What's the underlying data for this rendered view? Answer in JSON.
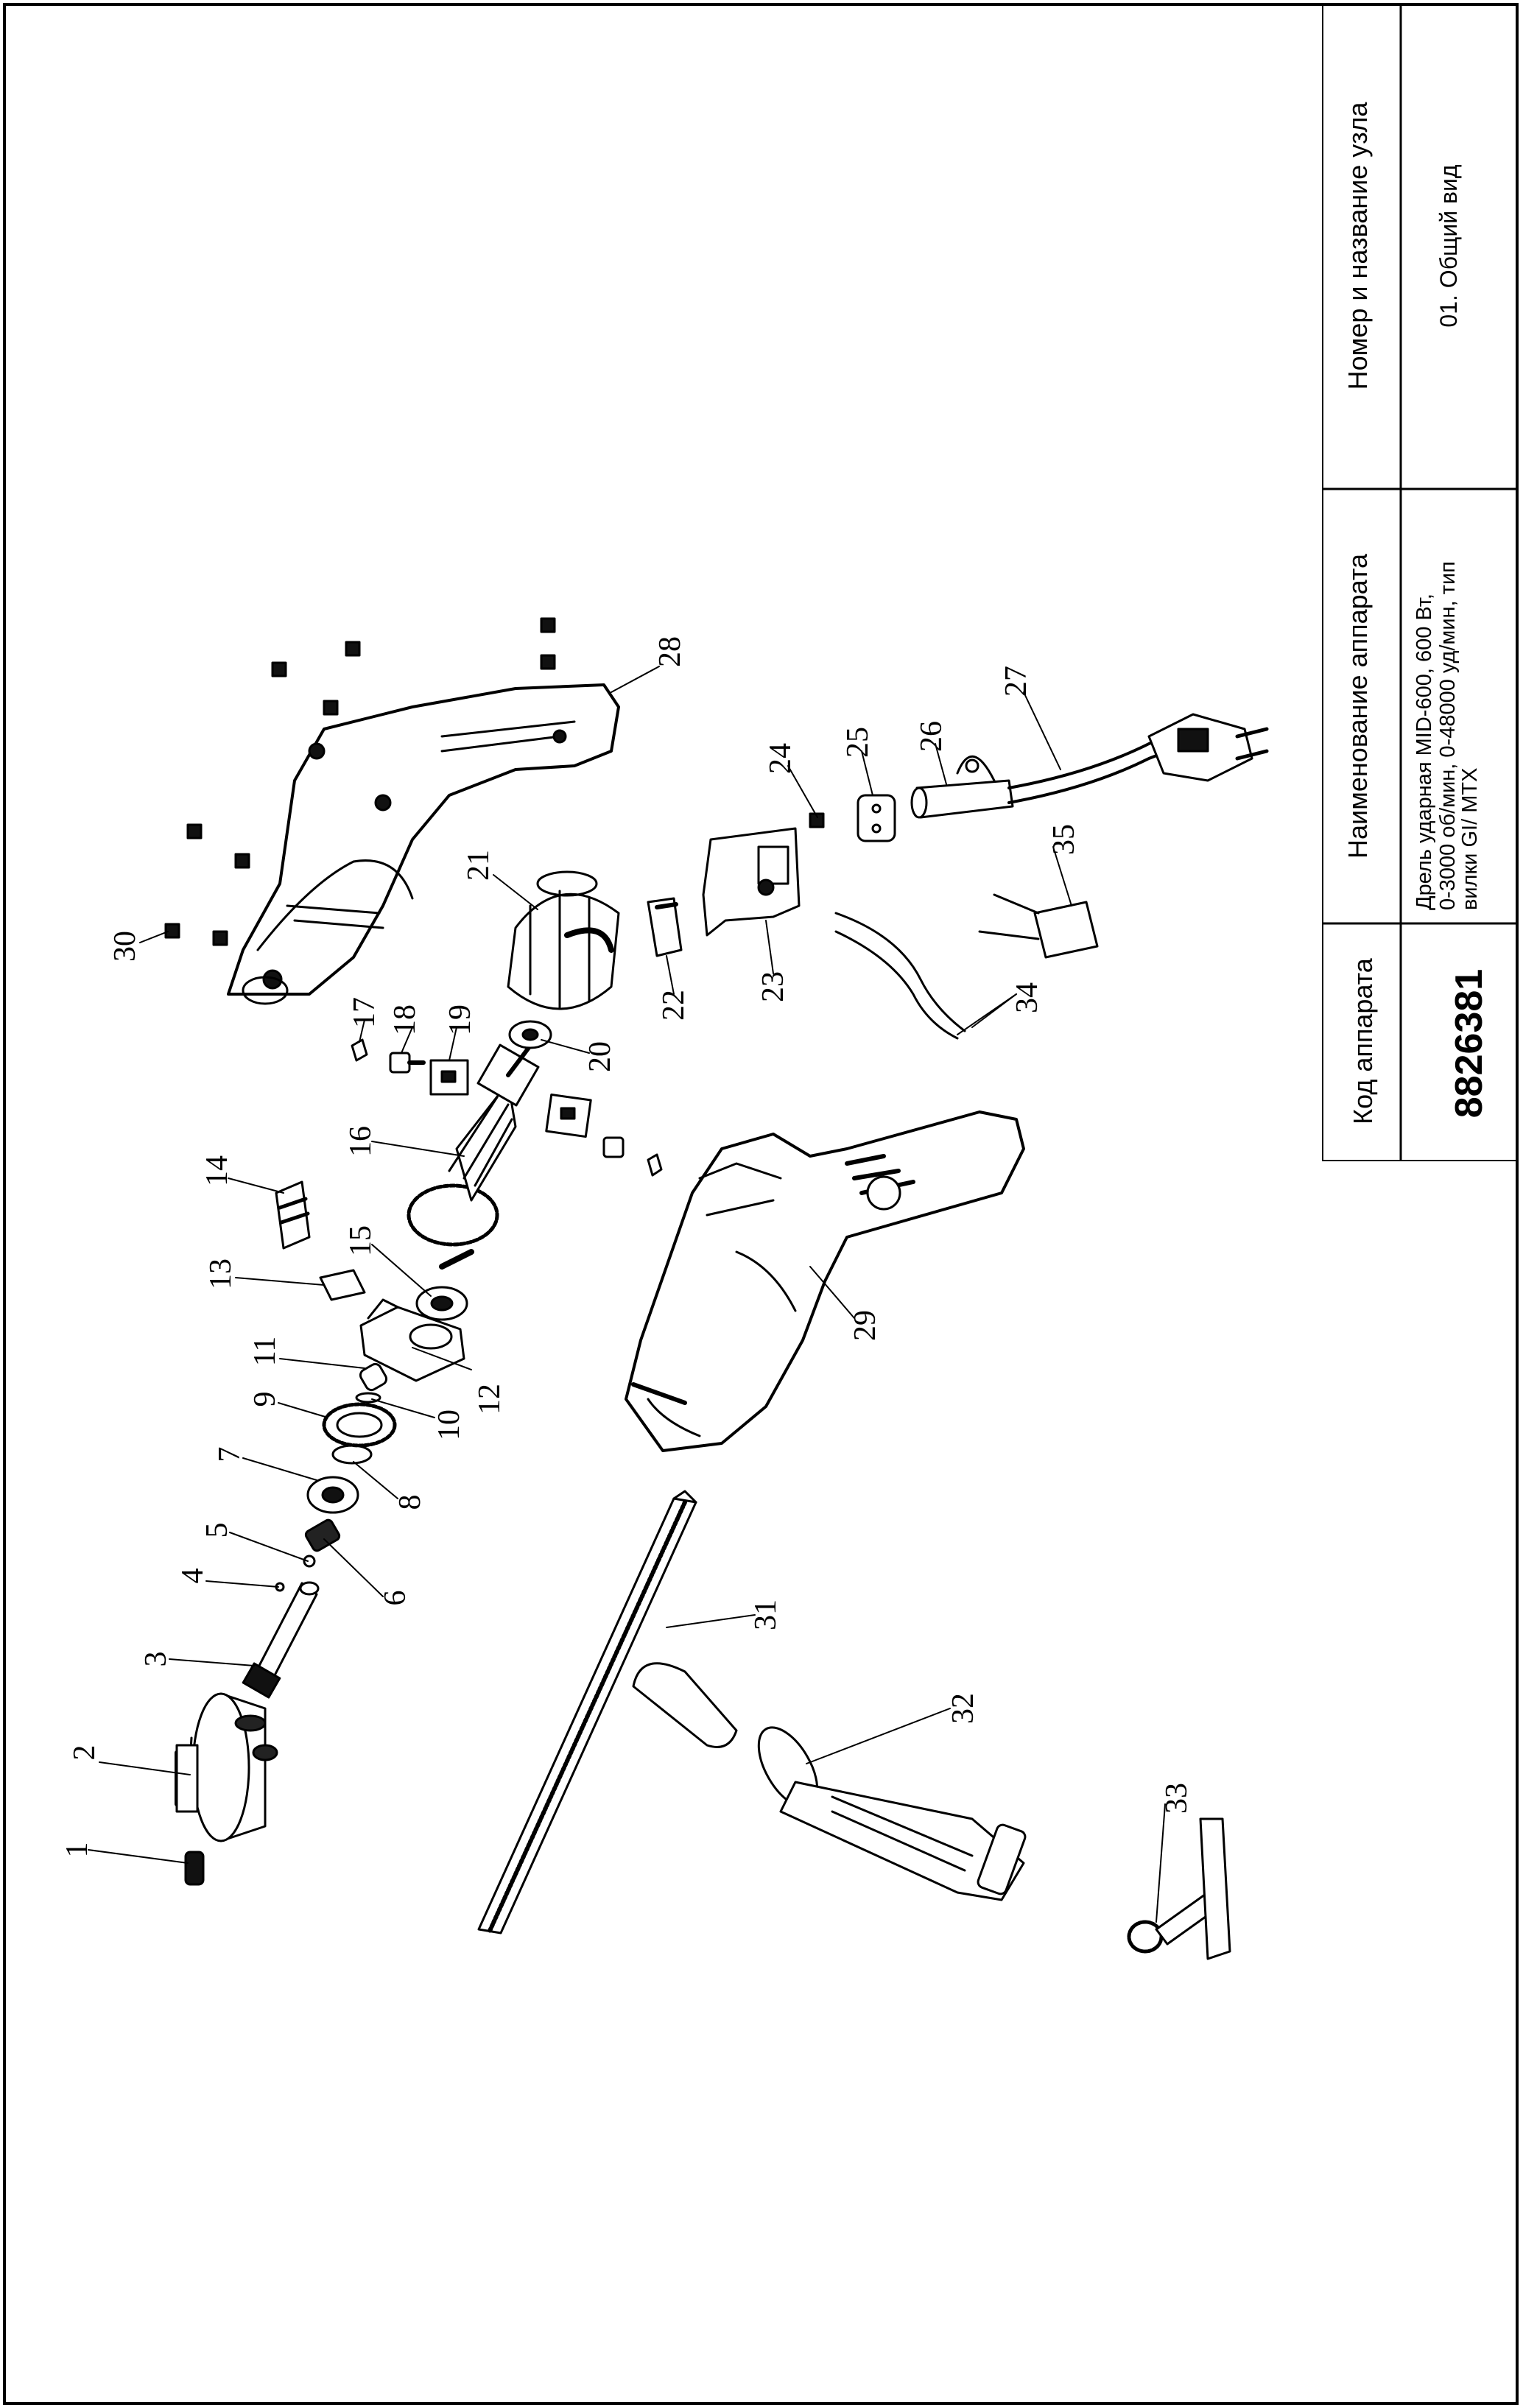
{
  "title_block": {
    "unit_header": "Номер и название узла",
    "unit_value": "01. Общий вид",
    "device_header": "Наименование аппарата",
    "device_value_line1": "Дрель ударная MID-600, 600 Вт,",
    "device_value_line2": "0-3000 об/мин, 0-48000 уд/мин, тип",
    "device_value_line3": "вилки GI/ MTX",
    "code_header": "Код аппарата",
    "code_value": "8826381"
  },
  "callouts": [
    "1",
    "2",
    "3",
    "4",
    "5",
    "6",
    "7",
    "8",
    "9",
    "10",
    "11",
    "12",
    "13",
    "14",
    "15",
    "16",
    "17",
    "18",
    "19",
    "20",
    "21",
    "22",
    "23",
    "24",
    "25",
    "26",
    "27",
    "28",
    "29",
    "30",
    "31",
    "32",
    "33",
    "34",
    "35"
  ],
  "colors": {
    "line": "#000000",
    "paper": "#ffffff"
  }
}
